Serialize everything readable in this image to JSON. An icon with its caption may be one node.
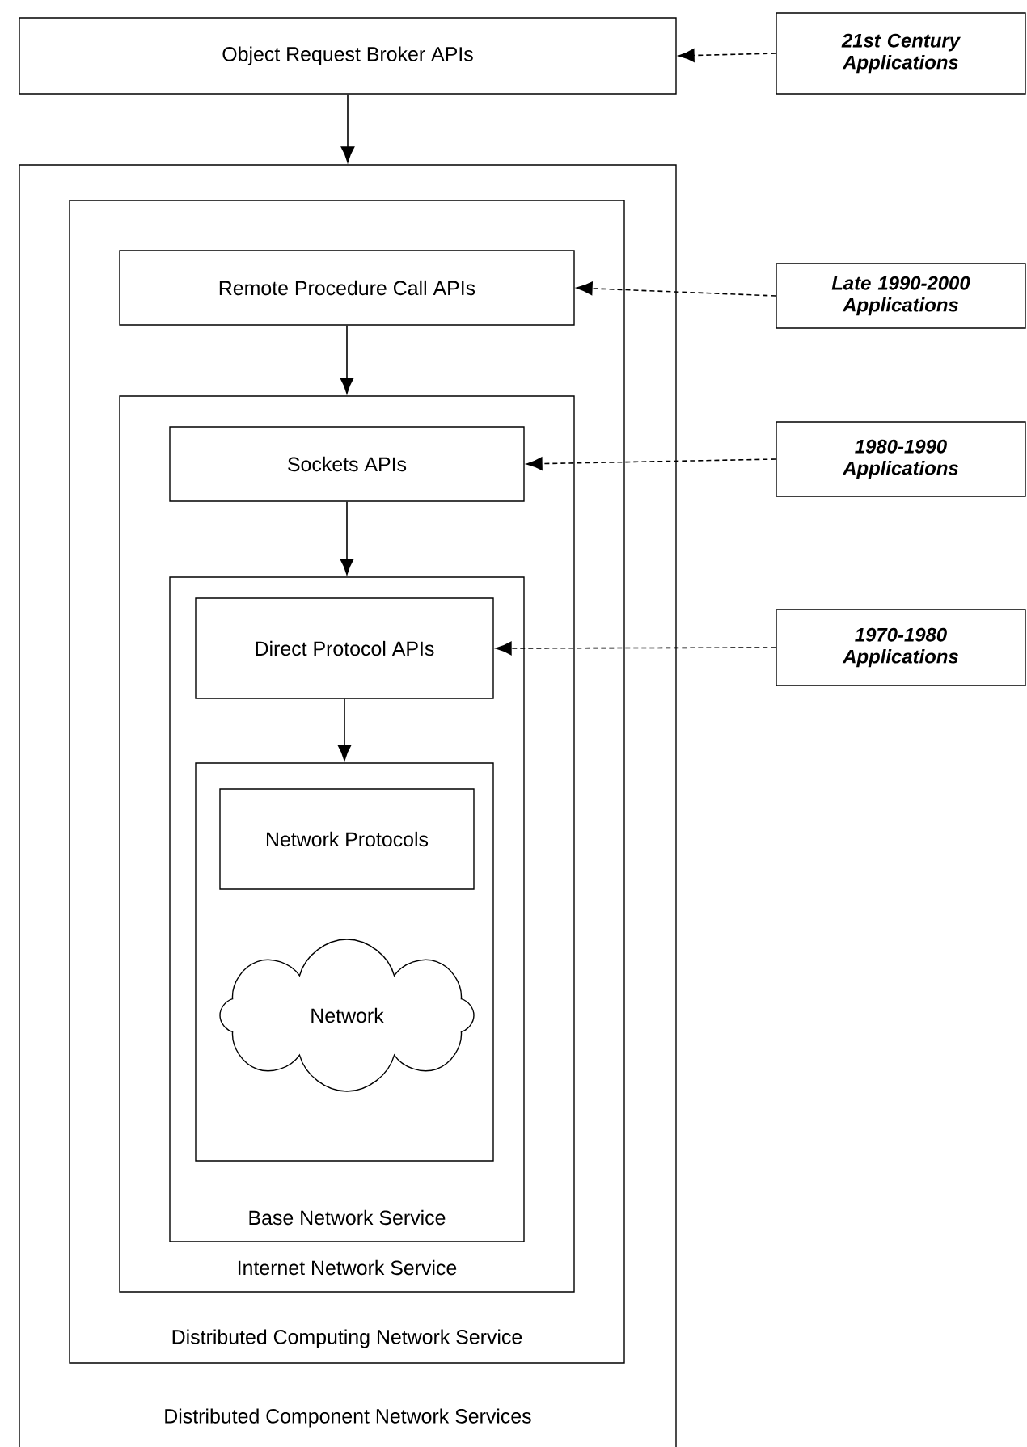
{
  "diagram": {
    "nodes": [
      {
        "text": [
          "Object Request Broker APIs"
        ]
      },
      {
        "text": [
          "21st Century Applications"
        ]
      },
      {
        "text": [
          "Distributed Component Network Services"
        ]
      },
      {
        "text": [
          "Distributed Computing Network Service"
        ],
        "in": 2
      },
      {
        "text": [
          "Remote Procedure Call APIs"
        ],
        "in": 3
      },
      {
        "text": [
          "Late 1990-2000 Applications"
        ]
      },
      {
        "text": [
          "Internet Network Service"
        ],
        "in": 3
      },
      {
        "text": [
          "Sockets APIs"
        ],
        "in": 6
      },
      {
        "text": [
          "1980-1990 Applications"
        ]
      },
      {
        "text": [
          "Base Network Service"
        ],
        "in": 6
      },
      {
        "text": [
          "Direct Protocol APIs"
        ],
        "in": 9
      },
      {
        "text": [
          "1970-1980 Applications"
        ]
      },
      {
        "text": [],
        "shape": "box",
        "in": 9
      },
      {
        "text": [
          "Network Protocols"
        ],
        "in": 12
      },
      {
        "text": [
          "Network"
        ],
        "in": 12
      }
    ],
    "edges": [
      {
        "from": 0,
        "to": 2,
        "arrow": "to"
      },
      {
        "from": 1,
        "to": 0,
        "arrow": "to",
        "style": "dashed"
      },
      {
        "from": 4,
        "to": 6,
        "arrow": "to"
      },
      {
        "from": 5,
        "to": 4,
        "arrow": "to",
        "style": "dashed"
      },
      {
        "from": 7,
        "to": 9,
        "arrow": "to"
      },
      {
        "from": 8,
        "to": 7,
        "arrow": "to",
        "style": "dashed"
      },
      {
        "from": 10,
        "to": 12,
        "arrow": "to"
      },
      {
        "from": 11,
        "to": 10,
        "arrow": "to",
        "style": "dashed"
      }
    ]
  }
}
